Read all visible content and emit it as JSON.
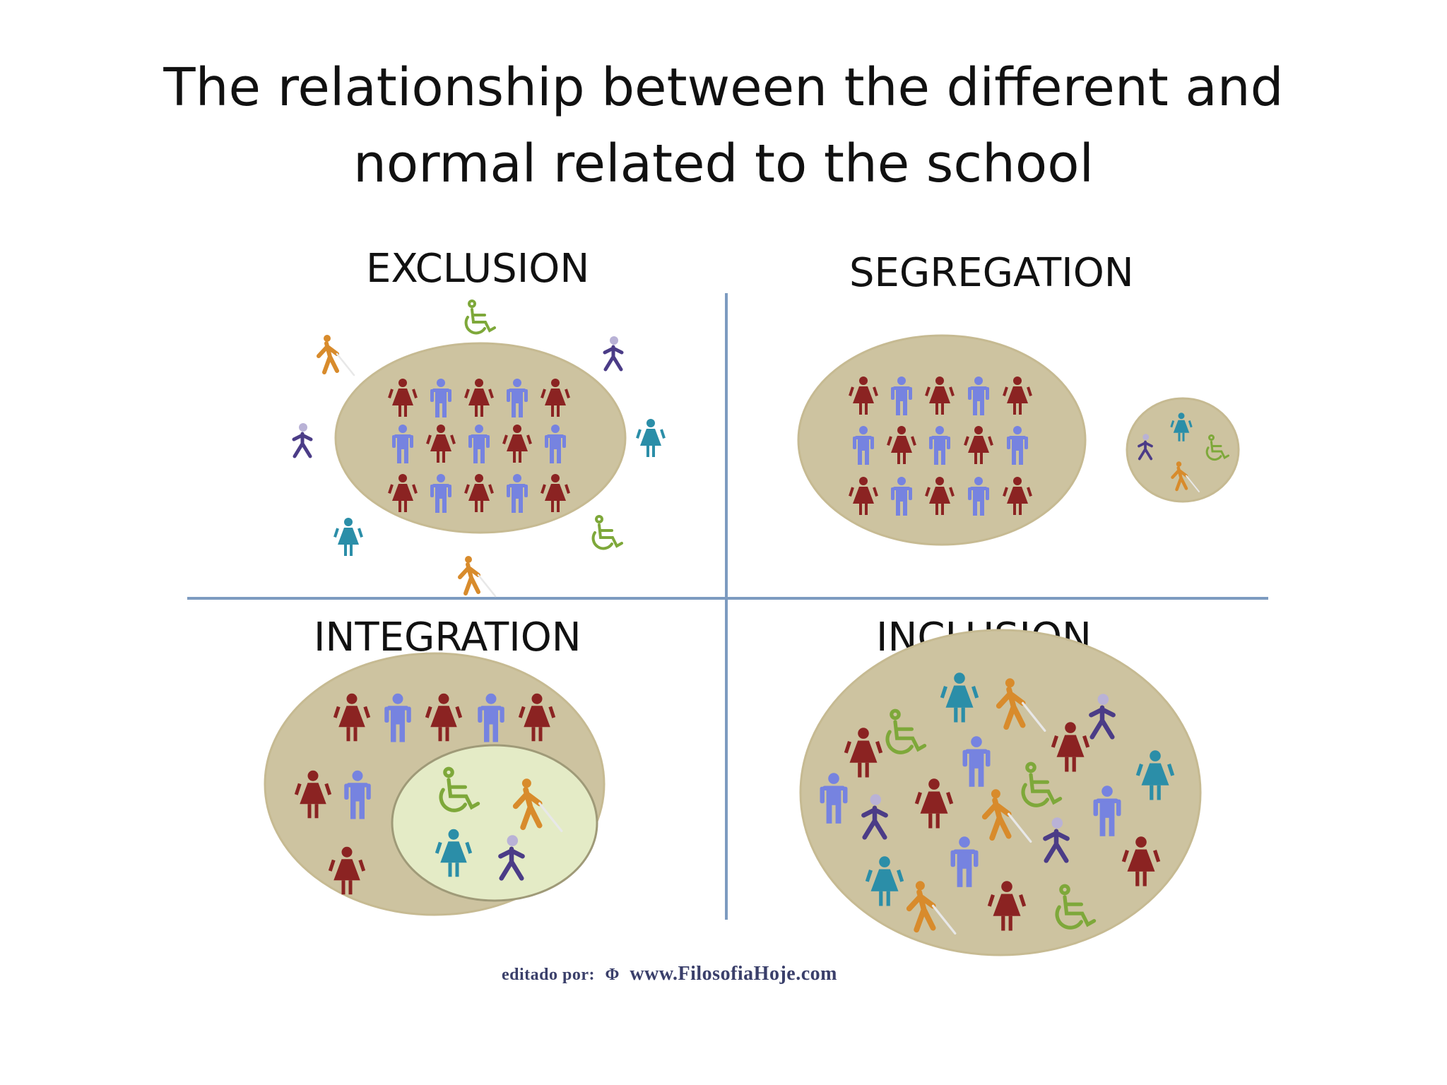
{
  "title": {
    "line1": "The relationship between the different and",
    "line2": "normal related to the school"
  },
  "quadrants": {
    "exclusion": "EXCLUSION",
    "segregation": "SEGREGATION",
    "integration": "INTEGRATION",
    "inclusion": "INCLUSION"
  },
  "credit": {
    "prefix": "editado por:",
    "symbol": "Φ",
    "url": "www.FilosofiaHoje.com"
  },
  "colors": {
    "circle_fill": "#cdc3a0",
    "inner_circle_fill": "#e4ebc6",
    "axis_line": "#7d9bc0",
    "woman_red": "#8b2322",
    "man_blue": "#7683e0",
    "wheelchair_green": "#7ea83a",
    "blind_orange": "#d88b2c",
    "walker_purple": "#4b3c87",
    "teal_woman": "#2b8ea8"
  },
  "icons": [
    "woman-icon",
    "man-icon",
    "wheelchair-icon",
    "blind-person-icon",
    "walking-person-icon",
    "teal-woman-icon"
  ]
}
